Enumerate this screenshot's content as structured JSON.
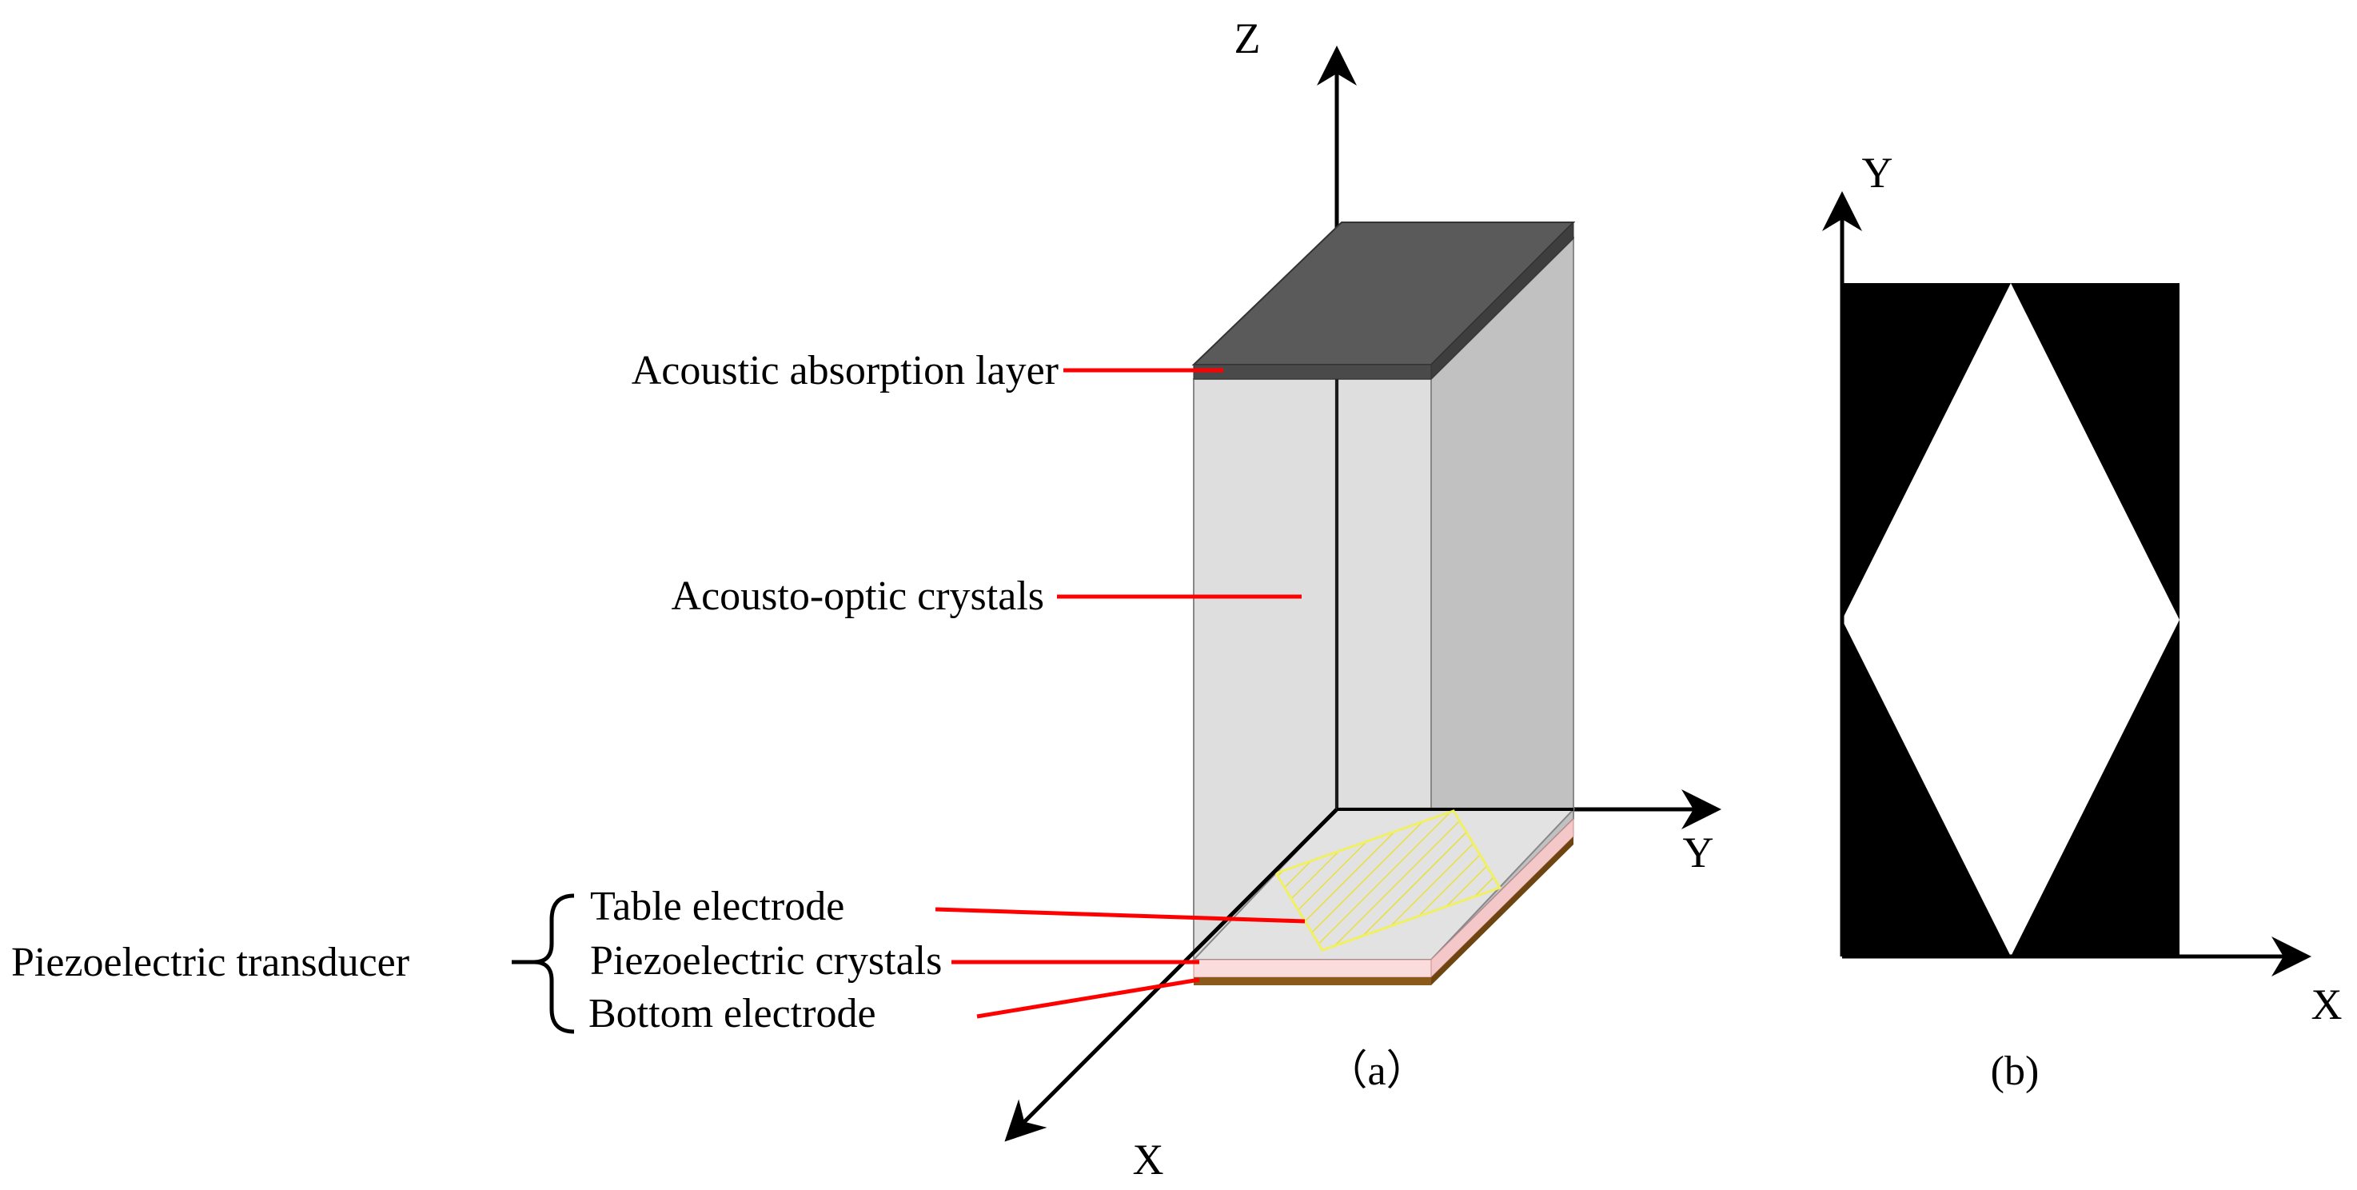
{
  "panel_a": {
    "caption": "（a）",
    "axes": {
      "z": "Z",
      "y": "Y",
      "x": "X"
    },
    "labels": {
      "absorption": "Acoustic absorption layer",
      "crystals": "Acousto-optic crystals",
      "table_electrode": "Table electrode",
      "piezo_crystals": "Piezoelectric crystals",
      "bottom_electrode": "Bottom electrode",
      "transducer": "Piezoelectric transducer"
    }
  },
  "panel_b": {
    "caption": "(b)",
    "axes": {
      "y": "Y",
      "x": "X"
    }
  },
  "colors": {
    "absorption_layer": "#5a5a5a",
    "crystal_front": "#d8d8d8",
    "crystal_side": "#bcbcbc",
    "piezo_layer": "#fadcdc",
    "bottom_electrode": "#8b5a1a",
    "table_electrode": "#f0f060",
    "leader_lines": "#ff0000",
    "electrode_pattern": "#000000"
  }
}
